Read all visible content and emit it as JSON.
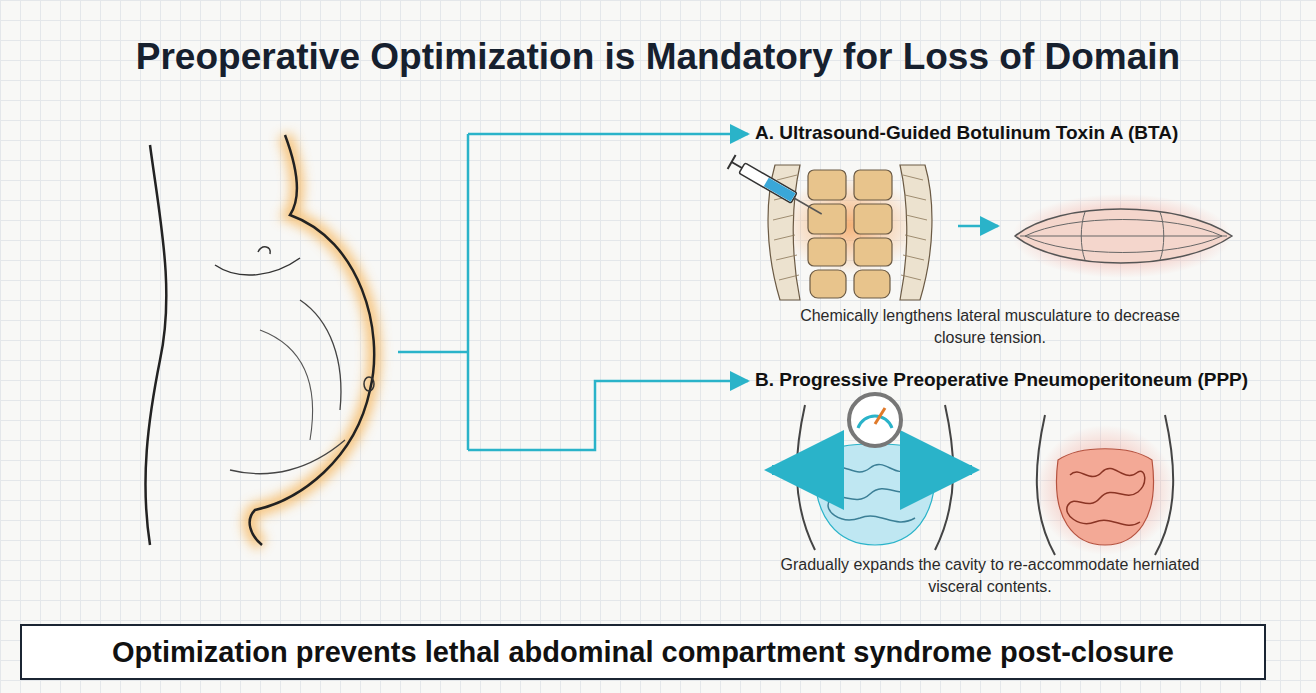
{
  "diagram": {
    "title": "Preoperative Optimization is Mandatory for Loss of Domain",
    "caption": "Optimization prevents lethal abdominal compartment syndrome post-closure",
    "labels": [
      "A. Ultrasound-Guided Botulinum Toxin A (BTA)",
      "Chemically lengthens lateral musculature to decrease closure tension.",
      "B. Progressive Preoperative Pneumoperitoneum (PPP)",
      "Gradually expands the cavity to re-accommodate herniated visceral contents."
    ]
  }
}
